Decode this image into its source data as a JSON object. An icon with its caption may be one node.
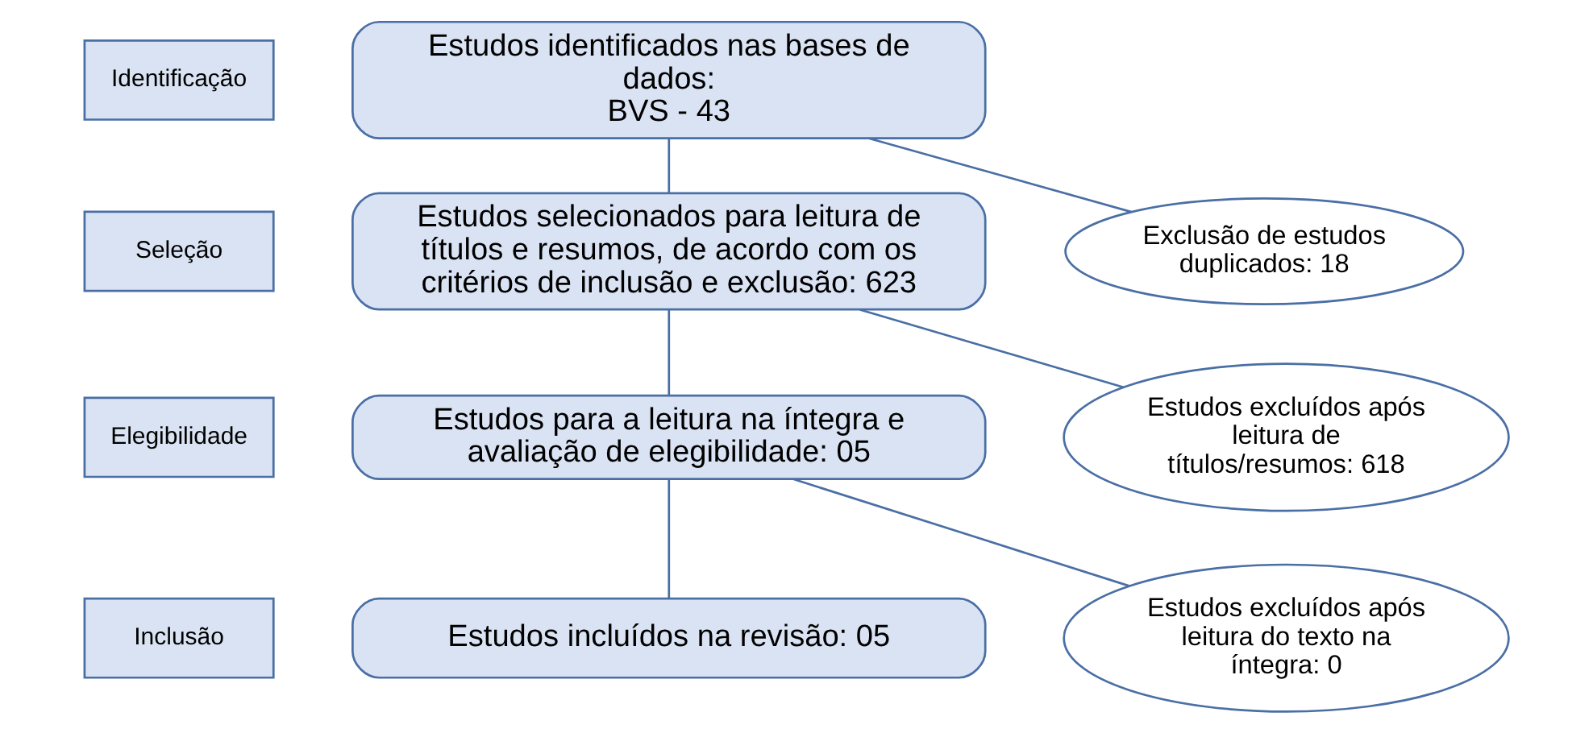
{
  "diagram": {
    "nodes": [
      {
        "text": [
          "Identificação"
        ]
      },
      {
        "text": [
          "Seleção"
        ]
      },
      {
        "text": [
          "Elegibilidade"
        ]
      },
      {
        "text": [
          "Inclusão"
        ]
      },
      {
        "text": [
          "Estudos identificados nas bases de dados:",
          "BVS - 43"
        ]
      },
      {
        "text": [
          "Estudos selecionados para leitura de títulos e resumos, de acordo com os critérios de inclusão e exclusão: 623"
        ]
      },
      {
        "text": [
          "Estudos para a leitura na íntegra e avaliação de elegibilidade: 05"
        ]
      },
      {
        "text": [
          "Estudos incluídos na revisão: 05"
        ]
      },
      {
        "text": [
          "Exclusão de estudos duplicados: 18"
        ]
      },
      {
        "text": [
          "Estudos excluídos após leitura de títulos/resumos: 618"
        ]
      },
      {
        "text": [
          "Estudos excluídos após leitura do texto na íntegra: 0"
        ]
      }
    ],
    "edges": [
      {
        "from": 4,
        "to": 5,
        "arrow": "none"
      },
      {
        "from": 4,
        "to": 8,
        "arrow": "none"
      },
      {
        "from": 5,
        "to": 6,
        "arrow": "none"
      },
      {
        "from": 5,
        "to": 9,
        "arrow": "none"
      },
      {
        "from": 6,
        "to": 7,
        "arrow": "none"
      },
      {
        "from": 6,
        "to": 10,
        "arrow": "none"
      }
    ]
  }
}
